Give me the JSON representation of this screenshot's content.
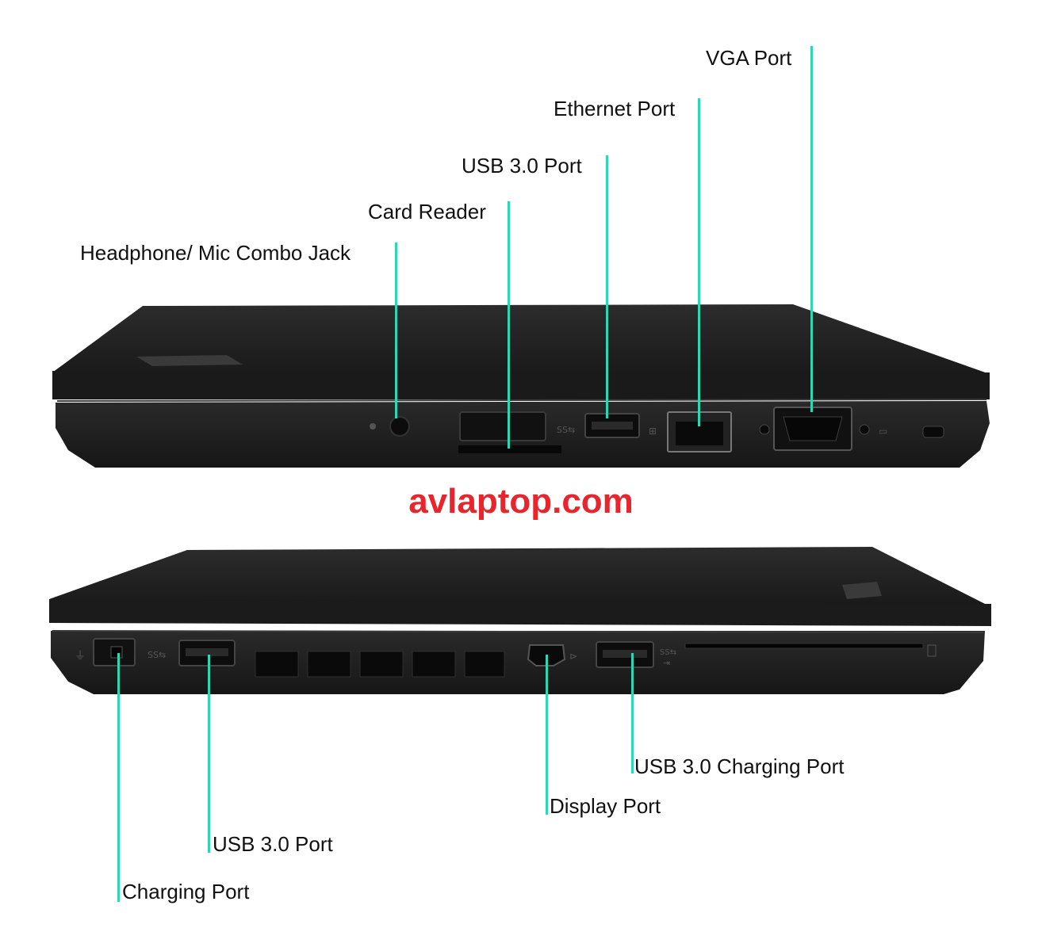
{
  "watermark": "avlaptop.com",
  "colors": {
    "leader": "#2ed6b4",
    "watermark": "#e8242c",
    "body": "#1e1e1e"
  },
  "top_view": {
    "labels": {
      "vga": "VGA Port",
      "ethernet": "Ethernet Port",
      "usb": "USB 3.0 Port",
      "card_reader": "Card Reader",
      "audio": "Headphone/ Mic Combo Jack"
    }
  },
  "bottom_view": {
    "labels": {
      "usb_charging": "USB 3.0 Charging Port",
      "display_port": "Display Port",
      "usb": "USB 3.0 Port",
      "charging": "Charging Port"
    }
  }
}
